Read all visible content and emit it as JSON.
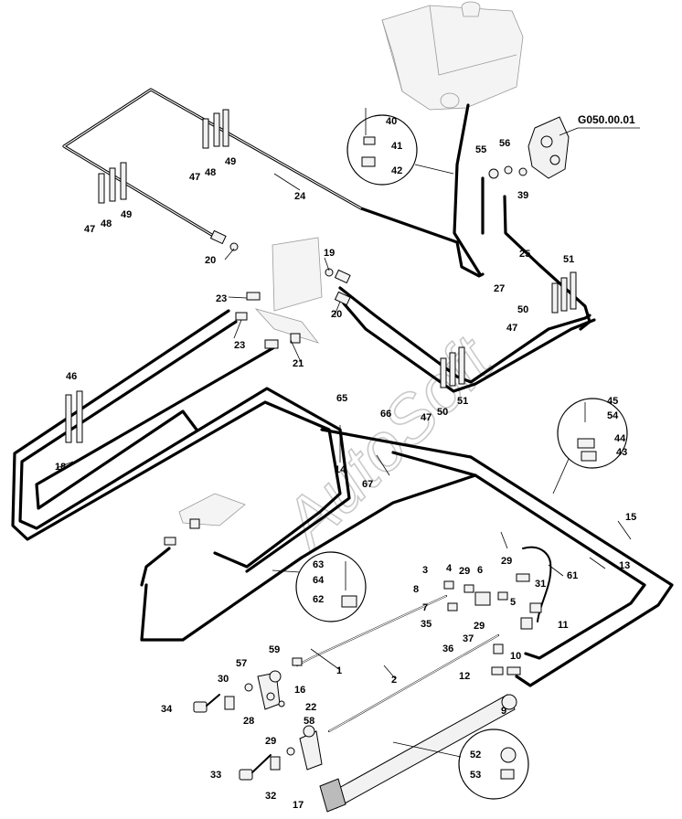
{
  "watermark": "AutoSoft",
  "reference": "G050.00.01",
  "labels": {
    "l1": "1",
    "l2": "2",
    "l3": "3",
    "l4": "4",
    "l5": "5",
    "l6": "6",
    "l7": "7",
    "l8": "8",
    "l9": "9",
    "l10": "10",
    "l11": "11",
    "l12": "12",
    "l13": "13",
    "l14": "14",
    "l15": "15",
    "l16": "16",
    "l17": "17",
    "l18": "18",
    "l19": "19",
    "l20a": "20",
    "l20b": "20",
    "l21": "21",
    "l22": "22",
    "l23a": "23",
    "l23b": "23",
    "l24": "24",
    "l25": "25",
    "l27": "27",
    "l28": "28",
    "l29a": "29",
    "l29b": "29",
    "l29c": "29",
    "l29d": "29",
    "l30": "30",
    "l31": "31",
    "l32": "32",
    "l33": "33",
    "l34": "34",
    "l35": "35",
    "l36": "36",
    "l37": "37",
    "l39": "39",
    "l40": "40",
    "l41": "41",
    "l42": "42",
    "l43": "43",
    "l44": "44",
    "l45": "45",
    "l46": "46",
    "l47a": "47",
    "l47b": "47",
    "l47c": "47",
    "l47d": "47",
    "l48a": "48",
    "l48b": "48",
    "l49a": "49",
    "l49b": "49",
    "l50a": "50",
    "l50b": "50",
    "l51a": "51",
    "l51b": "51",
    "l52": "52",
    "l53": "53",
    "l54": "54",
    "l55": "55",
    "l56": "56",
    "l57": "57",
    "l58": "58",
    "l59": "59",
    "l61": "61",
    "l62": "62",
    "l63": "63",
    "l64": "64",
    "l65": "65",
    "l66": "66",
    "l67": "67"
  }
}
